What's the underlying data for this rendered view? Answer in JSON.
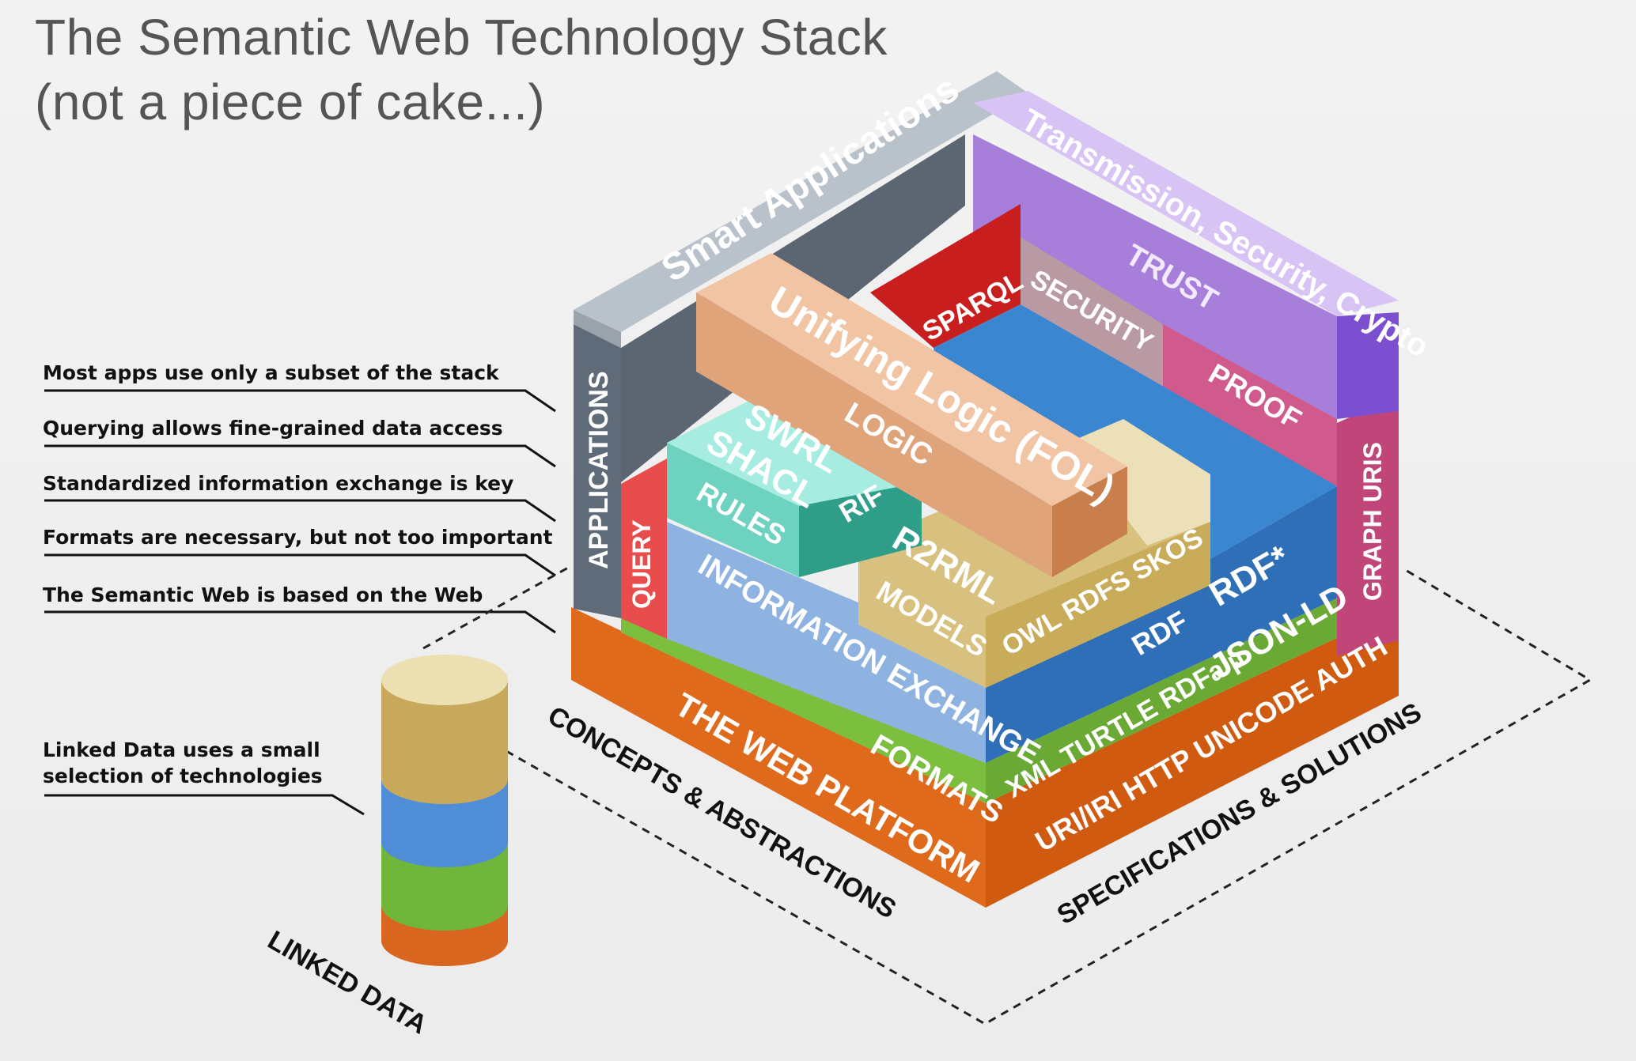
{
  "title_line1": "The Semantic Web Technology Stack",
  "title_line2": "(not a piece of cake...)",
  "notes": [
    "Most apps use only a subset of the stack",
    "Querying allows fine-grained data access",
    "Standardized information exchange is key",
    "Formats are necessary, but not too important",
    "The Semantic Web is based on the Web"
  ],
  "linked_note": "Linked Data uses a small selection of technologies",
  "linked_data_label": "LINKED DATA",
  "axis_left": "CONCEPTS & ABSTRACTIONS",
  "axis_right": "SPECIFICATIONS & SOLUTIONS",
  "layers": {
    "smart_applications": "Smart Applications",
    "applications": "APPLICATIONS",
    "transmission": "Transmission, Security, Crypto",
    "trust": "TRUST",
    "proof": "PROOF",
    "security": "SECURITY",
    "sparql": "SPARQL",
    "graph_uris": "GRAPH URIS",
    "unifying_logic": "Unifying Logic (FOL)",
    "logic": "LOGIC",
    "swrl": "SWRL",
    "shacl": "SHACL",
    "rules": "RULES",
    "rif": "RIF",
    "query": "QUERY",
    "r2rml": "R2RML",
    "models": "MODELS",
    "owl_rdfs_skos": "OWL  RDFS  SKOS",
    "rdf": "RDF",
    "rdf_star": "RDF*",
    "json_ld": "JSON-LD",
    "information_exchange": "INFORMATION EXCHANGE",
    "formats": "FORMATS",
    "format_specs": "XML  TURTLE  RDFa  µ",
    "web_platform": "THE WEB PLATFORM",
    "web_specs": "URI/IRI  HTTP  UNICODE  AUTH"
  },
  "colors": {
    "web_platform": "#e06a1c",
    "formats": "#7cbf3e",
    "information_exchange": "#8fb3e0",
    "rdf": "#3a7cc8",
    "models": "#d8c07e",
    "rules": "#6dd2bf",
    "logic": "#e0a47a",
    "query": "#e84c4c",
    "trust": "#a77fdb",
    "proof": "#d05a8c",
    "security": "#b99aa3",
    "applications": "#5f6b78",
    "transmission": "#c9aef0"
  }
}
